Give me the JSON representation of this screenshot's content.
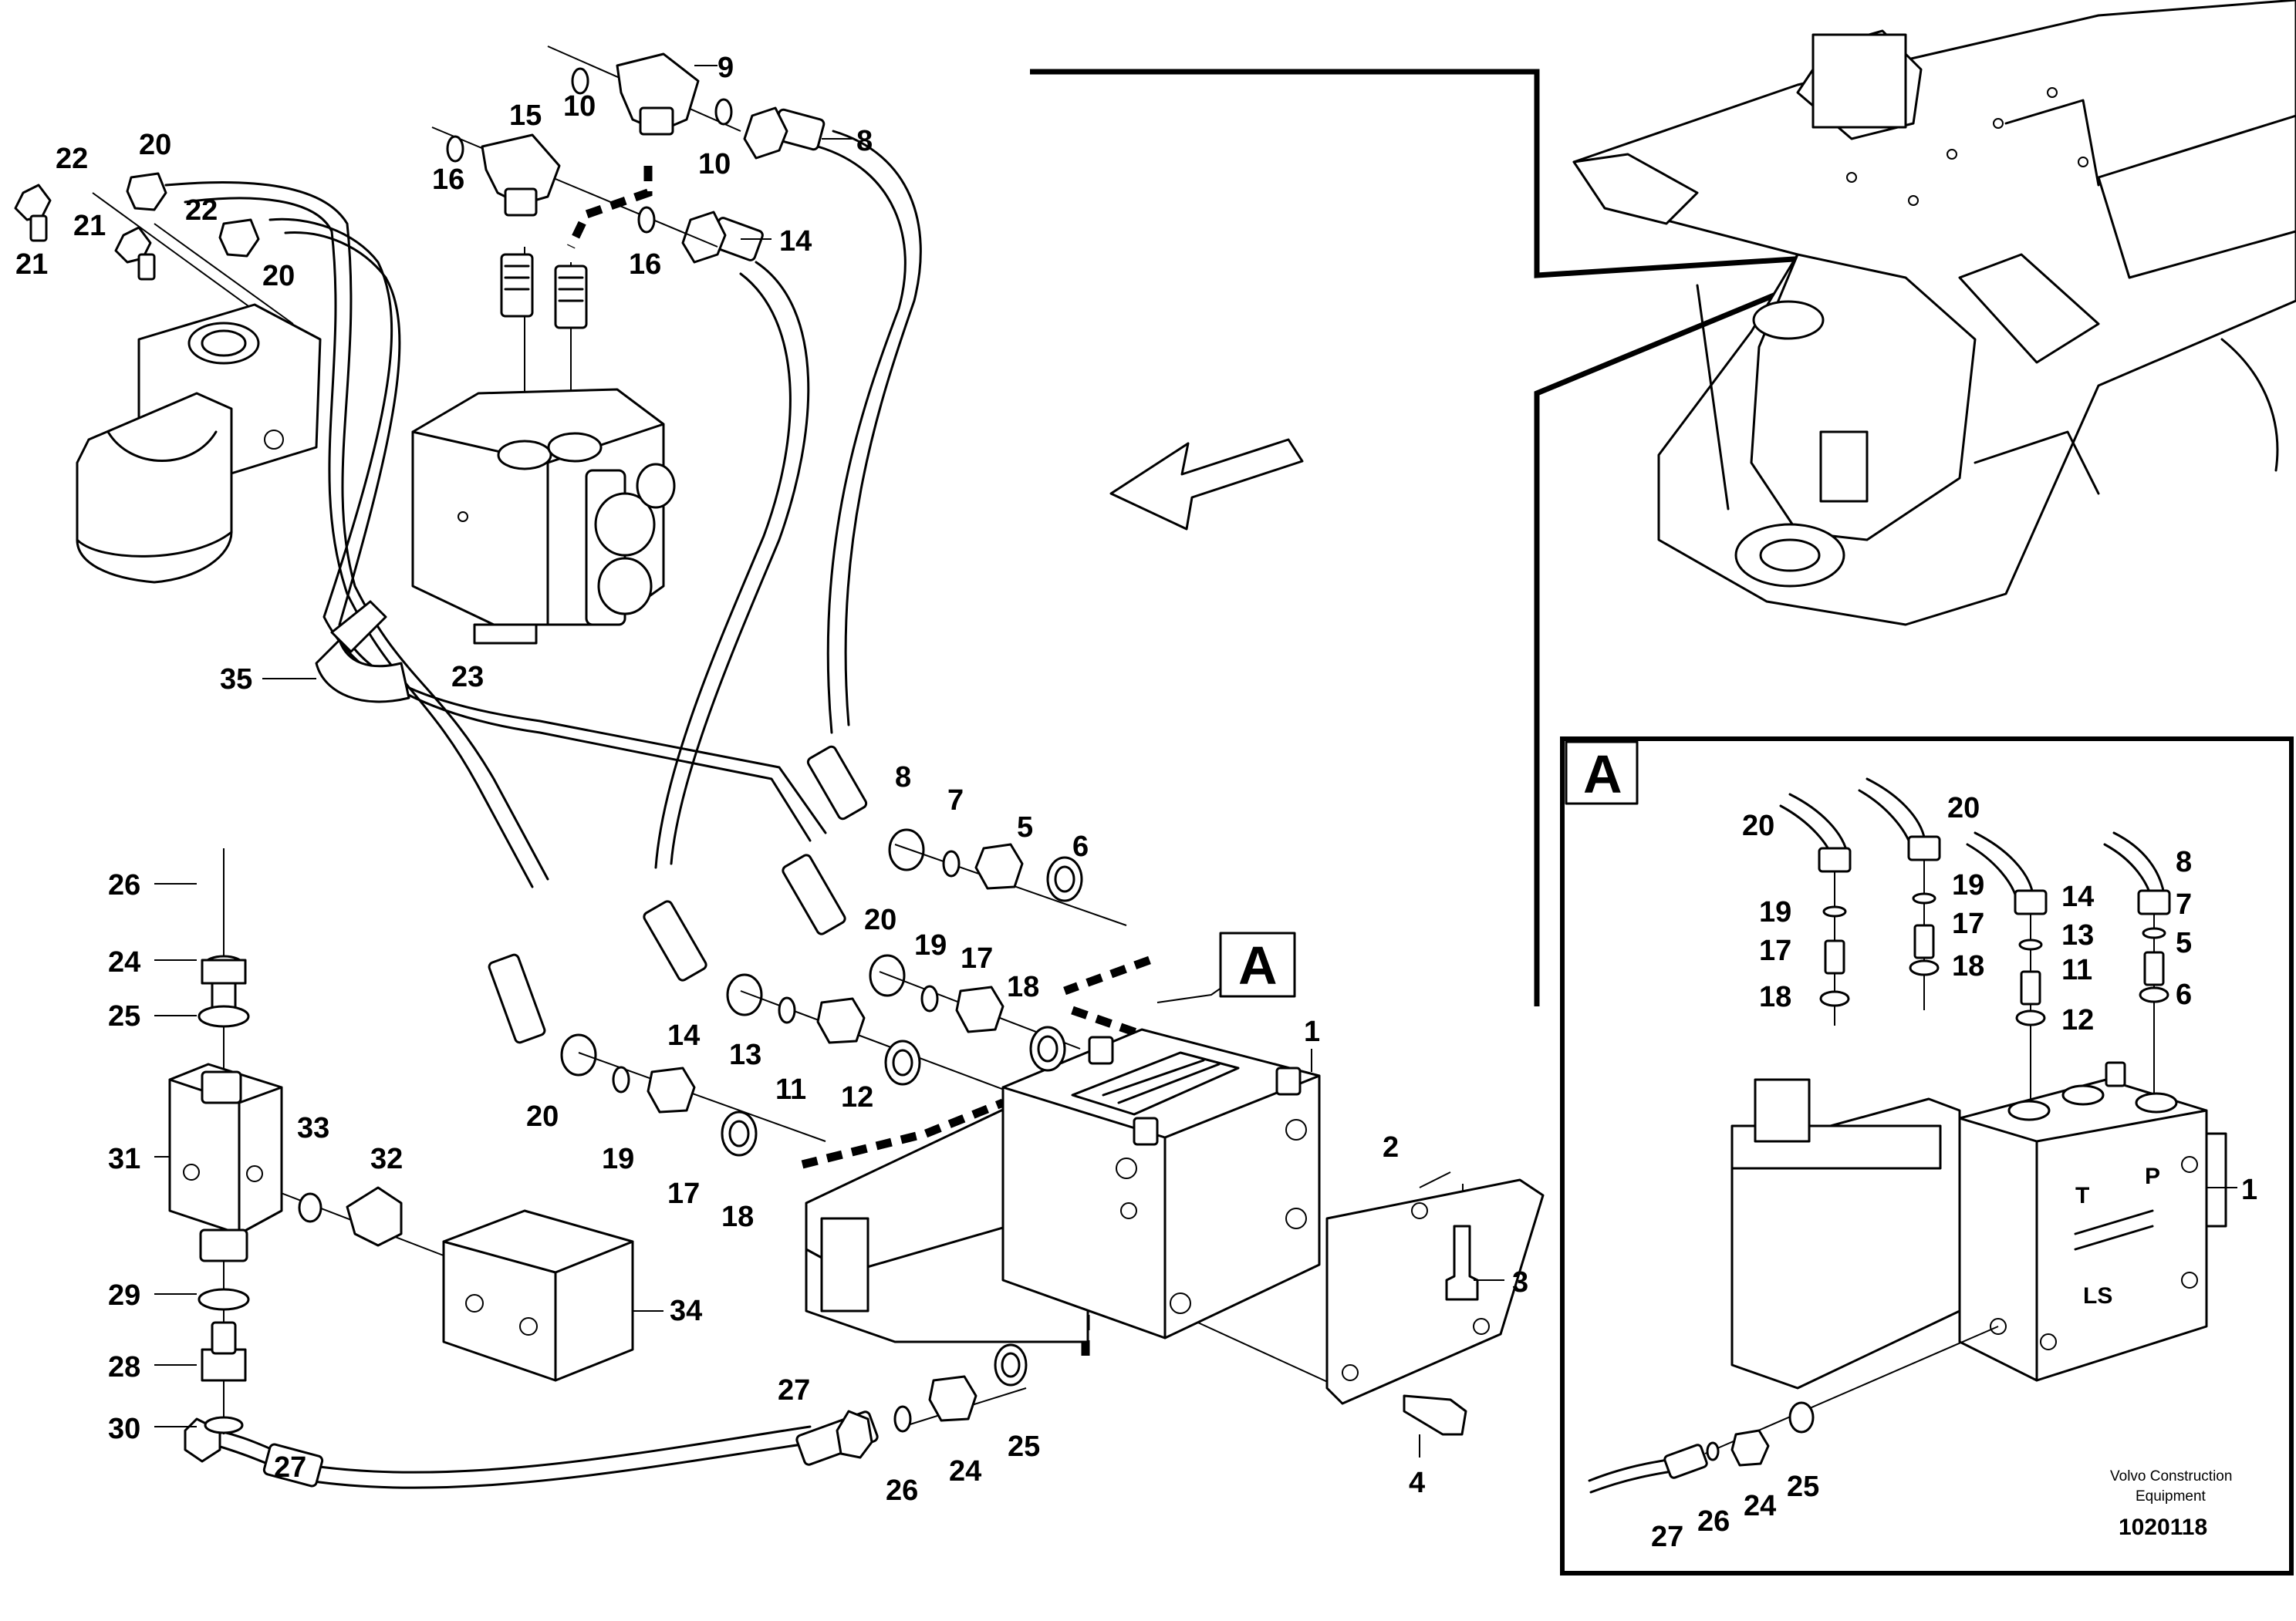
{
  "diagram": {
    "callouts": {
      "c1": "1",
      "c2": "2",
      "c3": "3",
      "c4": "4",
      "c5": "5",
      "c6": "6",
      "c7": "7",
      "c8a": "8",
      "c8b": "8",
      "c9": "9",
      "c10a": "10",
      "c10b": "10",
      "c11": "11",
      "c12": "12",
      "c13": "13",
      "c14a": "14",
      "c14b": "14",
      "c15": "15",
      "c16a": "16",
      "c16b": "16",
      "c17": "17",
      "c18": "18",
      "c19": "19",
      "c20a": "20",
      "c20b": "20",
      "c20c": "20",
      "c20d": "20",
      "c21a": "21",
      "c21b": "21",
      "c22a": "22",
      "c22b": "22",
      "c23": "23",
      "c24a": "24",
      "c24b": "24",
      "c25a": "25",
      "c25b": "25",
      "c26a": "26",
      "c26b": "26",
      "c27a": "27",
      "c27b": "27",
      "c28": "28",
      "c29": "29",
      "c30": "30",
      "c31": "31",
      "c32": "32",
      "c33": "33",
      "c34": "34",
      "c35": "35"
    },
    "detail_a": {
      "marker": "A",
      "box_label": "A",
      "callouts": {
        "d1": "1",
        "d5": "5",
        "d6": "6",
        "d7": "7",
        "d8": "8",
        "d11": "11",
        "d12": "12",
        "d13": "13",
        "d14": "14",
        "d17a": "17",
        "d17b": "17",
        "d18a": "18",
        "d18b": "18",
        "d19a": "19",
        "d19b": "19",
        "d20a": "20",
        "d20b": "20",
        "d24": "24",
        "d25": "25",
        "d26": "26",
        "d27": "27"
      },
      "valve_port_letters": {
        "t": "T",
        "p": "P",
        "ls": "LS"
      }
    },
    "credit": {
      "line1": "Volvo Construction",
      "line2": "Equipment",
      "figure_number": "1020118"
    }
  }
}
